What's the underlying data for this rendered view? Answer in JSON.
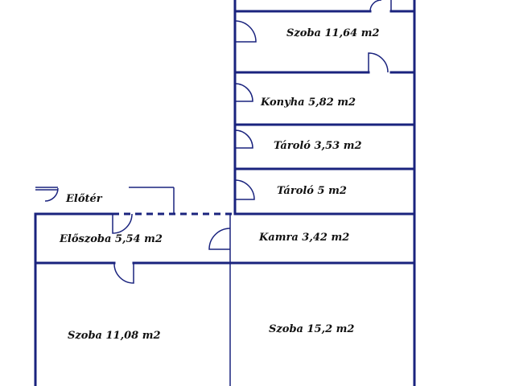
{
  "floorplan": {
    "rooms": {
      "szoba1": "Szoba 11,64 m2",
      "konyha": "Konyha 5,82 m2",
      "tarolo1": "Tároló 3,53 m2",
      "tarolo2": "Tároló 5 m2",
      "eloter": "Előtér",
      "eloszoba": "Előszoba 5,54 m2",
      "kamra": "Kamra 3,42 m2",
      "szoba2": "Szoba 11,08 m2",
      "szoba3": "Szoba 15,2 m2"
    },
    "colors": {
      "wall": "#1a237e",
      "text": "#111111",
      "background": "#ffffff"
    }
  }
}
